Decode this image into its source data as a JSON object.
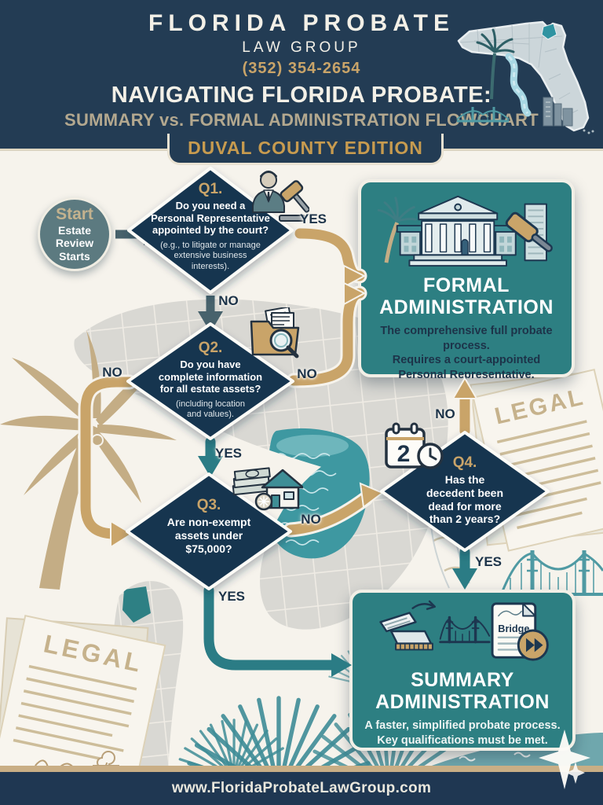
{
  "header": {
    "brand_line1": "FLORIDA PROBATE",
    "brand_line2": "LAW GROUP",
    "phone": "(352) 354-2654",
    "title_line1": "NAVIGATING FLORIDA PROBATE:",
    "title_line2": "SUMMARY vs. FORMAL ADMINISTRATION FLOWCHART",
    "edition_badge": "DUVAL COUNTY EDITION"
  },
  "flow": {
    "start": {
      "label": "Start",
      "sublabel": "Estate Review Starts"
    },
    "questions": [
      {
        "id": "Q1.",
        "text": "Do you need a\nPersonal Representative\nappointed by the court?",
        "note": "(e.g., to litigate or manage\nextensive business\ninterests).",
        "icon": "judge-gavel-icon"
      },
      {
        "id": "Q2.",
        "text": "Do you have\ncomplete information\nfor all estate assets?",
        "note": "(including location\nand values).",
        "icon": "folder-magnifier-icon"
      },
      {
        "id": "Q3.",
        "text": "Are non-exempt\nassets under\n$75,000?",
        "note": "",
        "icon": "money-house-icon"
      },
      {
        "id": "Q4.",
        "text": "Has the\ndecedent been\ndead for more\nthan 2 years?",
        "note": "",
        "icon": "calendar-clock-icon",
        "icon_number": "2"
      }
    ],
    "labels": {
      "q1_yes": "YES",
      "q1_no": "NO",
      "q2_no_left": "NO",
      "q2_no_right": "NO",
      "q2_yes": "YES",
      "q3_no": "NO",
      "q3_yes": "YES",
      "q4_no": "NO",
      "q4_yes": "YES"
    },
    "outcomes": [
      {
        "title": "FORMAL ADMINISTRATION",
        "line1": "The comprehensive full probate process.",
        "line2": "Requires a court-appointed Personal Representative.",
        "icon": "courthouse-gavel-icon"
      },
      {
        "title": "SUMMARY ADMINISTRATION",
        "line1": "A faster, simplified probate process.",
        "line2": "Key qualifications must be met.",
        "icon": "speed-bridge-document-icon",
        "icon_label": "Bridge"
      }
    ]
  },
  "decorations": {
    "legal_label": "LEGAL"
  },
  "footer": {
    "url": "www.FloridaProbateLawGroup.com"
  },
  "colors": {
    "header_navy": "#233c54",
    "diamond_navy": "#173450",
    "outcome_teal": "#2d7f82",
    "path_tan": "#c9a469",
    "badge_gold": "#c79b4f",
    "arrow_slate": "#47626c",
    "arrow_teal": "#2b7c85",
    "background_cream": "#f6f3ec",
    "start_node": "#5c7a80"
  }
}
